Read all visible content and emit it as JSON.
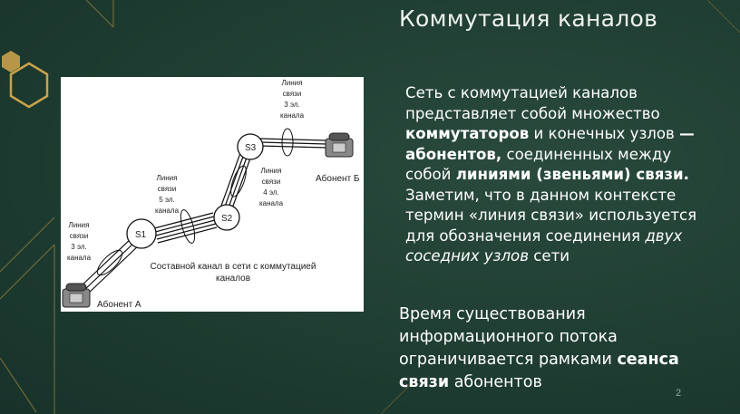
{
  "slide": {
    "title": "Коммутация каналов",
    "page_number": "2"
  },
  "figure": {
    "nodes": {
      "s1": "S1",
      "s2": "S2",
      "s3": "S3"
    },
    "line_a": [
      "Линия",
      "связи",
      "3 эл.",
      "канала"
    ],
    "line_s1s2": [
      "Линия",
      "связи",
      "5 эл.",
      "канала"
    ],
    "line_s2s3": [
      "Линия",
      "связи",
      "4 эл.",
      "канала"
    ],
    "line_b": [
      "Линия",
      "связи",
      "3 эл.",
      "канала"
    ],
    "subscriber_a": "Абонент А",
    "subscriber_b": "Абонент Б",
    "caption": [
      "Составной канал в сети с коммутацией",
      "каналов"
    ]
  },
  "paragraph1": {
    "t1": "Сеть с коммутацией каналов представляет собой множество ",
    "b1": "коммутаторов",
    "t2": " и конечных узлов ",
    "b2": "— абонентов,",
    "t3": " соединенных между собой ",
    "b3": "линиями (звеньями) связи.",
    "t4": " Заметим, что в данном контексте термин «линия связи» используется для обозначения соединения ",
    "i1": "двух соседних узлов",
    "t5": " сети"
  },
  "paragraph2": {
    "t1": "Время существования информационного потока ограничивается рамками ",
    "b1": "сеанса связи",
    "t2": " абонентов"
  },
  "colors": {
    "background": "#1e3b30",
    "accent_gold": "#b7923c",
    "text": "#ffffff"
  }
}
